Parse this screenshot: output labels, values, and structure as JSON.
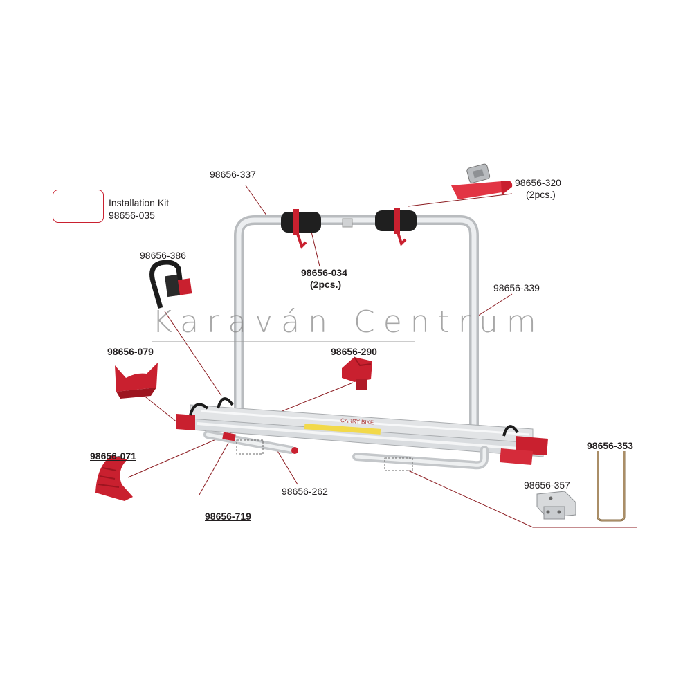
{
  "watermark": "Karaván Centrum",
  "colors": {
    "accent": "#c9202f",
    "line": "#8b1a1f",
    "aluminium": "#d9dcdf",
    "text": "#231f20"
  },
  "installation_kit": {
    "title": "Installation Kit",
    "part": "98656-035"
  },
  "labels": {
    "p337": "98656-337",
    "p320": "98656-320",
    "p320_qty": "(2pcs.)",
    "p386": "98656-386",
    "p034": "98656-034",
    "p034_qty": "(2pcs.)",
    "p339": "98656-339",
    "p079": "98656-079",
    "p290": "98656-290",
    "p071": "98656-071",
    "p262": "98656-262",
    "p719": "98656-719",
    "p353": "98656-353",
    "p357": "98656-357"
  },
  "rail_text": "CARRY BIKE"
}
